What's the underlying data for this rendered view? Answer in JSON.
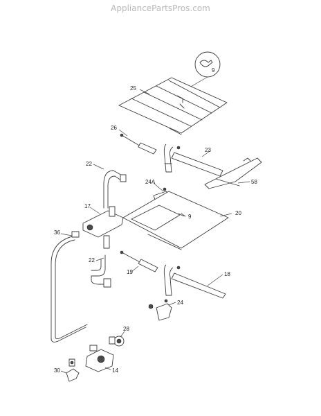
{
  "watermark": "AppliancePartsPros.com",
  "labels": {
    "callout_9_top": "9",
    "p25": "25",
    "p26": "26",
    "p23": "23",
    "p22_top": "22",
    "p24a": "24A",
    "p58": "58",
    "p17": "17",
    "p9_mid": "9",
    "p20": "20",
    "p36": "36",
    "p22_mid": "22",
    "p19": "19",
    "p18": "18",
    "p24": "24",
    "p28": "28",
    "p30": "30",
    "p14": "14"
  }
}
